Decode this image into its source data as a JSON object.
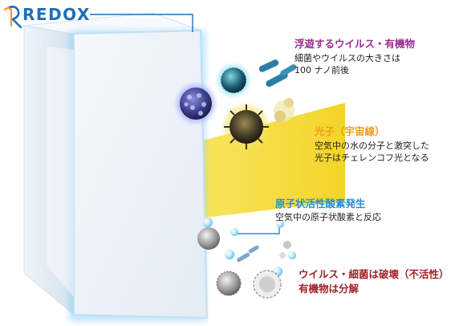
{
  "logo": {
    "wordmark": "REDOX",
    "brand_color": "#1f6fb6"
  },
  "sections": [
    {
      "title": "浮遊するウイルス・有機物",
      "title_color": "#9b2f8f",
      "lines": [
        "細菌やウイルスの大きさは",
        "100 ナノ前後"
      ]
    },
    {
      "title": "光子（宇宙線）",
      "title_color": "#f29a1a",
      "lines": [
        "空気中の水の分子と激突した",
        "光子はチェレンコフ光となる"
      ]
    },
    {
      "title": "原子状活性酸素発生",
      "title_color": "#1f8fd6",
      "lines": [
        "空気中の原子状酸素と反応"
      ]
    },
    {
      "title": "ウイルス・細菌は破壊（不活性）",
      "title_color": "#a3242b",
      "lines": [
        "有機物は分解"
      ]
    }
  ],
  "colors": {
    "panel_glow": "#8fd0f5",
    "light_beam": "#f5e04a",
    "oxygen": "#6cc7ef",
    "stick": "#7ea7c8"
  }
}
